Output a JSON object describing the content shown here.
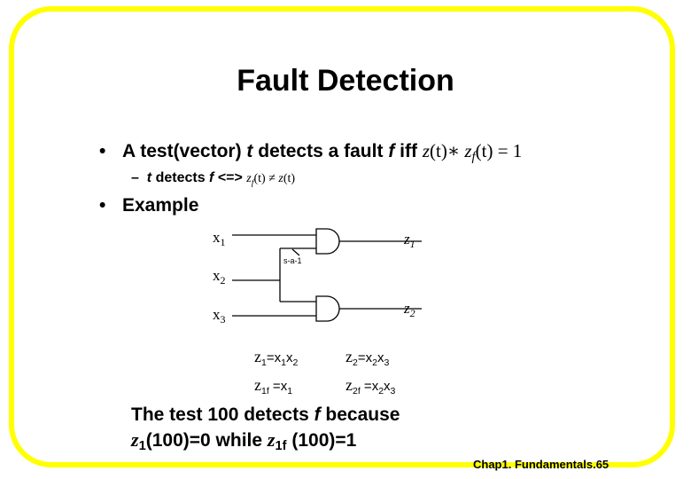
{
  "slide": {
    "title": "Fault Detection",
    "bullet1": {
      "marker": "•",
      "text_a": "A test(vector) ",
      "t": "t",
      "text_b": " detects a fault ",
      "f": "f",
      "text_c": " iff ",
      "formula": {
        "z": "z",
        "arg1": "(t)",
        "op": "∗",
        "zf": "z",
        "f_sub": "f",
        "arg2": "(t)",
        "eq": "= 1"
      }
    },
    "subbullet": {
      "marker": "–",
      "t": "t",
      "text_a": "  detects ",
      "f": "f",
      "text_b": " <=> ",
      "formula": {
        "zf": "z",
        "f_sub": "f",
        "arg1": "(t)",
        "neq": "≠",
        "z": "z",
        "arg2": "(t)"
      }
    },
    "bullet2": {
      "marker": "•",
      "text": "Example"
    },
    "circuit": {
      "x1": "x",
      "x1_sub": "1",
      "x2": "x",
      "x2_sub": "2",
      "x3": "x",
      "x3_sub": "3",
      "z1": "z",
      "z1_sub": "1",
      "z2": "z",
      "z2_sub": "2",
      "fault_label": "s-a-1"
    },
    "equations": {
      "eq1": {
        "var": "z",
        "sub": "1",
        "rhs_a": "=x",
        "s1": "1",
        "rhs_b": "x",
        "s2": "2"
      },
      "eq2": {
        "var": "z",
        "sub": "2",
        "rhs_a": "=x",
        "s1": "2",
        "rhs_b": "x",
        "s2": "3"
      },
      "eq3": {
        "var": "z",
        "sub": "1f",
        "rhs_a": " =x",
        "s1": "1"
      },
      "eq4": {
        "var": "z",
        "sub": "2f",
        "rhs_a": " =x",
        "s1": "2",
        "rhs_b": "x",
        "s2": "3"
      }
    },
    "conclusion": {
      "line1_a": "The test 100 detects ",
      "line1_f": "f",
      "line1_b": "  because",
      "z1": "z",
      "z1_sub": "1",
      "line2_a": "(100)=0 while ",
      "z1f": "z",
      "z1f_sub": "1f",
      "line2_b": " (100)=1"
    },
    "footer": "Chap1.  Fundamentals.65",
    "colors": {
      "frame": "#ffff00",
      "text": "#000000",
      "background": "#ffffff"
    }
  }
}
